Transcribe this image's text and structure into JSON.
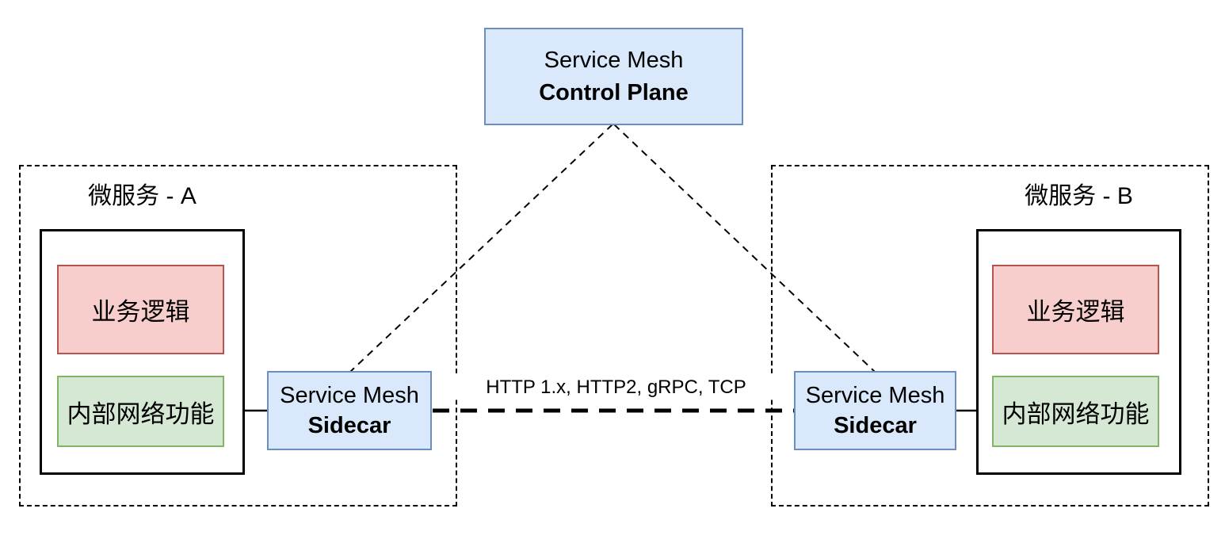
{
  "diagram": {
    "control_plane": {
      "line1": "Service Mesh",
      "line2": "Control Plane"
    },
    "connection": {
      "label": "HTTP 1.x, HTTP2, gRPC, TCP"
    },
    "microservice_a": {
      "title": "微服务 - A",
      "business_logic": "业务逻辑",
      "internal_network": "内部网络功能",
      "sidecar": {
        "line1": "Service Mesh",
        "line2": "Sidecar"
      }
    },
    "microservice_b": {
      "title": "微服务 - B",
      "business_logic": "业务逻辑",
      "internal_network": "内部网络功能",
      "sidecar": {
        "line1": "Service Mesh",
        "line2": "Sidecar"
      }
    },
    "colors": {
      "blue_fill": "#dae8fc",
      "blue_stroke": "#6c8ebf",
      "red_fill": "#f8cecc",
      "red_stroke": "#b85450",
      "green_fill": "#d5e8d4",
      "green_stroke": "#82b366",
      "line_color": "#000000"
    }
  }
}
